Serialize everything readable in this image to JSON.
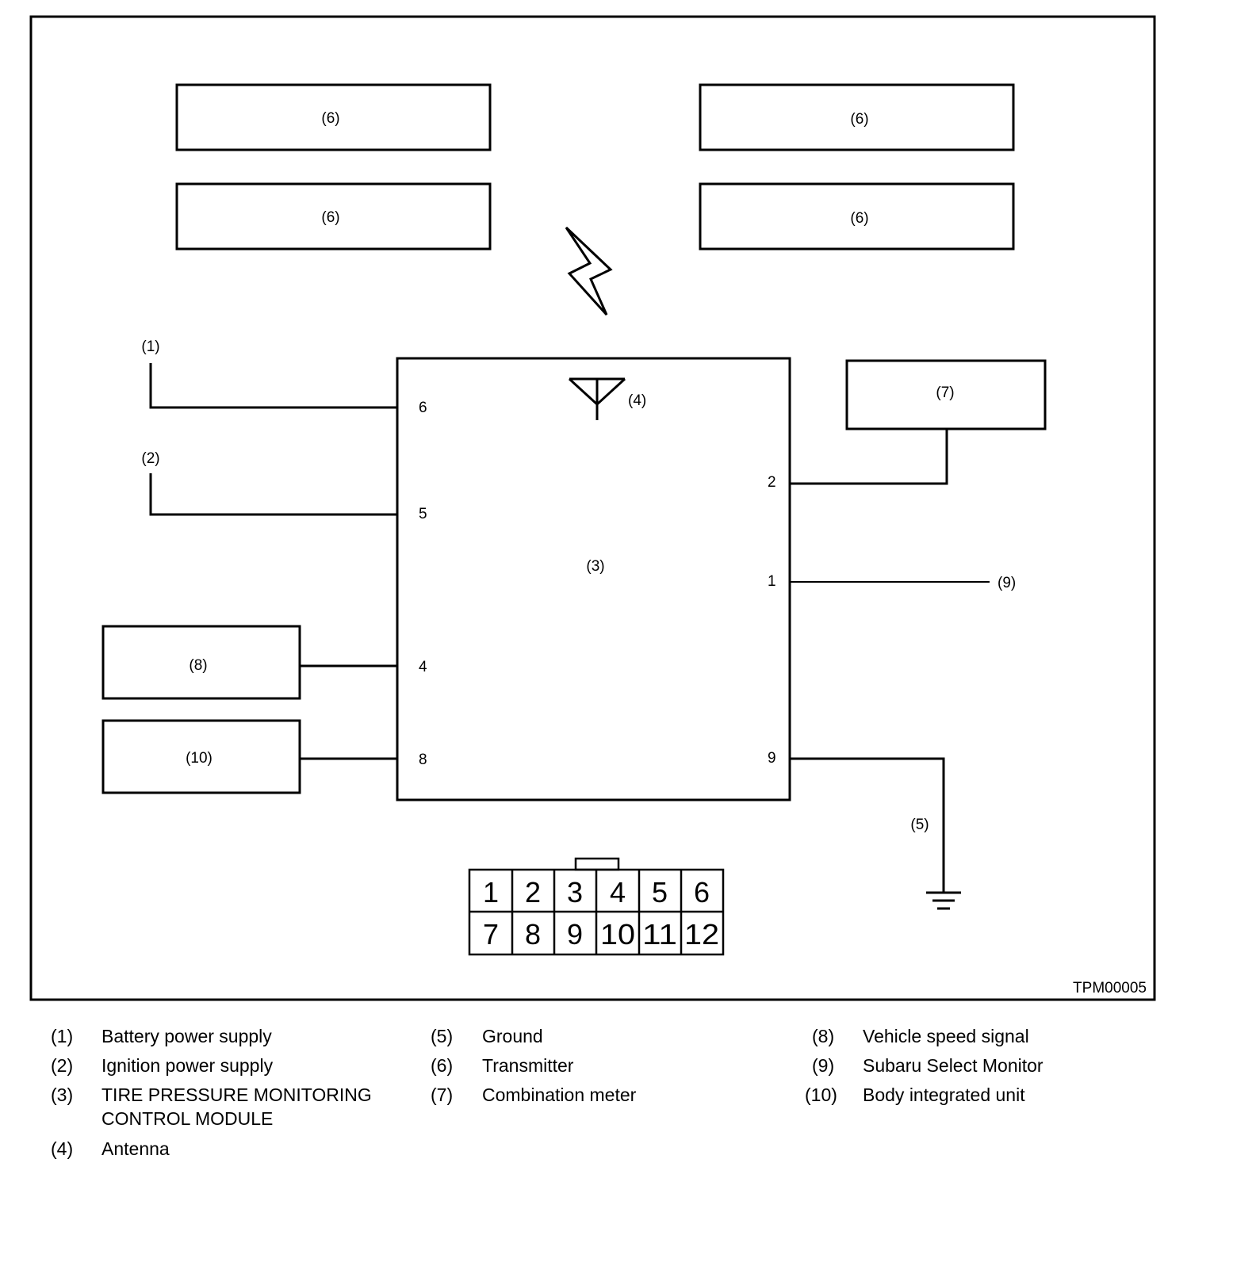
{
  "diagram": {
    "transmitter_label": "(6)",
    "module_label": "(3)",
    "antenna_label": "(4)",
    "meter_label": "(7)",
    "battery_label": "(1)",
    "ignition_label": "(2)",
    "speed_label": "(8)",
    "body_unit_label": "(10)",
    "monitor_label": "(9)",
    "ground_label": "(5)",
    "pins": {
      "p6": "6",
      "p5": "5",
      "p4": "4",
      "p8": "8",
      "p2": "2",
      "p1": "1",
      "p9": "9"
    },
    "connector_pins": [
      "1",
      "2",
      "3",
      "4",
      "5",
      "6",
      "7",
      "8",
      "9",
      "10",
      "11",
      "12"
    ],
    "figure_id": "TPM00005"
  },
  "legend": [
    {
      "num": "(1)",
      "text": "Battery power supply"
    },
    {
      "num": "(2)",
      "text": "Ignition power supply"
    },
    {
      "num": "(3)",
      "text": "TIRE PRESSURE MONITORING CONTROL MODULE"
    },
    {
      "num": "(4)",
      "text": "Antenna"
    },
    {
      "num": "(5)",
      "text": "Ground"
    },
    {
      "num": "(6)",
      "text": "Transmitter"
    },
    {
      "num": "(7)",
      "text": "Combination meter"
    },
    {
      "num": "(8)",
      "text": "Vehicle speed signal"
    },
    {
      "num": "(9)",
      "text": "Subaru Select Monitor"
    },
    {
      "num": "(10)",
      "text": "Body integrated unit"
    }
  ]
}
